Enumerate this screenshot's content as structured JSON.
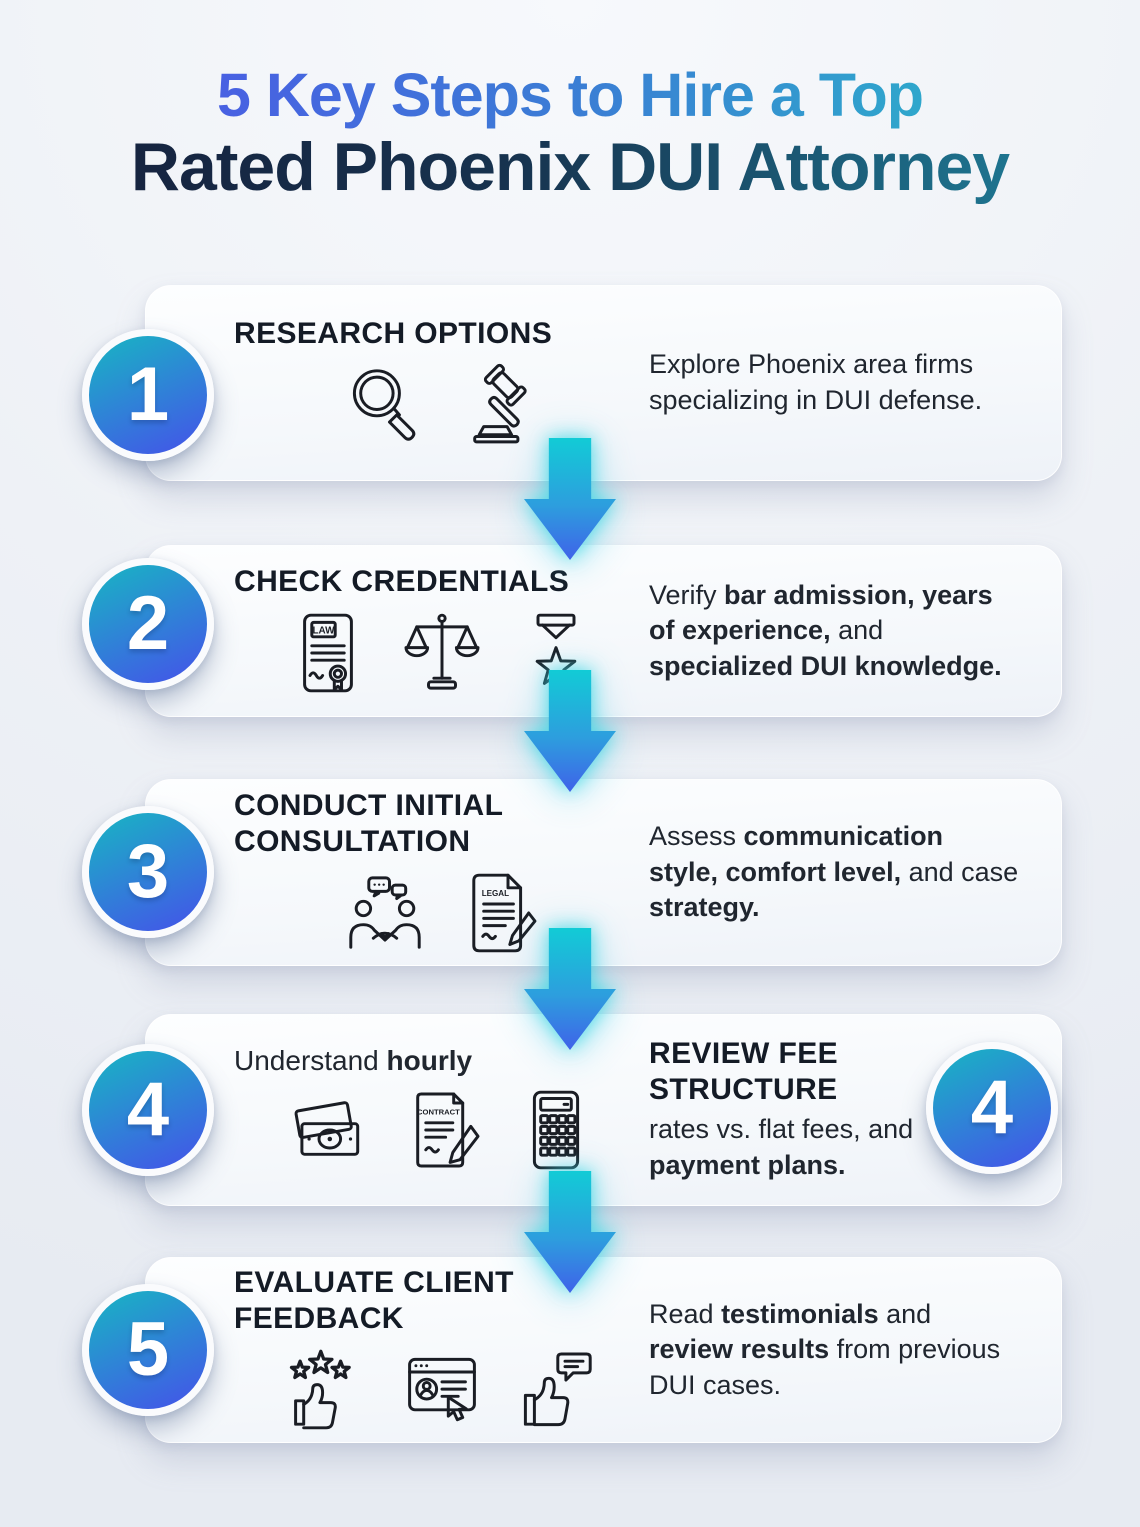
{
  "title": {
    "line1": "5 Key Steps to Hire a Top",
    "line2": "Rated Phoenix DUI Attorney"
  },
  "colors": {
    "title_line1_gradient": [
      "#4c58e6",
      "#2bb3c9"
    ],
    "title_line2_gradient": [
      "#16213d",
      "#1f7f9a"
    ],
    "badge_gradient": [
      "#19b2c4",
      "#4355e8"
    ],
    "arrow_gradient": [
      "#12cbd6",
      "#3f62e9"
    ],
    "card_background": "#f7fafd",
    "page_background": "#edf0f5",
    "heading_text": "#141b26",
    "body_text": "#20262f"
  },
  "steps": [
    {
      "number": "1",
      "heading": "RESEARCH OPTIONS",
      "icons": [
        {
          "name": "magnifier-icon"
        },
        {
          "name": "gavel-icon"
        }
      ],
      "description": [
        {
          "t": "Explore Phoenix area firms specializing in DUI defense.",
          "b": false
        }
      ]
    },
    {
      "number": "2",
      "heading": "CHECK CREDENTIALS",
      "icons": [
        {
          "name": "law-certificate-icon",
          "text": "LAW"
        },
        {
          "name": "scales-icon"
        },
        {
          "name": "star-medal-icon"
        }
      ],
      "description": [
        {
          "t": "Verify ",
          "b": false
        },
        {
          "t": "bar admission, years of experience,",
          "b": true
        },
        {
          "t": " and ",
          "b": false
        },
        {
          "t": "specialized DUI knowledge.",
          "b": true
        }
      ]
    },
    {
      "number": "3",
      "heading": "CONDUCT INITIAL CONSULTATION",
      "icons": [
        {
          "name": "handshake-icon"
        },
        {
          "name": "legal-document-icon",
          "text": "LEGAL"
        }
      ],
      "description": [
        {
          "t": "Assess ",
          "b": false
        },
        {
          "t": "communication style, comfort level,",
          "b": true
        },
        {
          "t": " and case ",
          "b": false
        },
        {
          "t": "strategy.",
          "b": true
        }
      ]
    },
    {
      "number": "4",
      "heading": "REVIEW FEE STRUCTURE",
      "label": [
        {
          "t": "Understand ",
          "b": false
        },
        {
          "t": "hourly",
          "b": true
        }
      ],
      "icons": [
        {
          "name": "money-icon"
        },
        {
          "name": "contract-icon",
          "text": "CONTRACT"
        },
        {
          "name": "calculator-icon"
        }
      ],
      "description": [
        {
          "t": "rates vs. flat fees, and ",
          "b": false
        },
        {
          "t": "payment plans.",
          "b": true
        }
      ]
    },
    {
      "number": "5",
      "heading": "EVALUATE CLIENT FEEDBACK",
      "icons": [
        {
          "name": "stars-thumb-icon"
        },
        {
          "name": "review-window-icon"
        },
        {
          "name": "thumb-chat-icon"
        }
      ],
      "description": [
        {
          "t": "Read ",
          "b": false
        },
        {
          "t": "testimonials",
          "b": true
        },
        {
          "t": " and ",
          "b": false
        },
        {
          "t": "review results",
          "b": true
        },
        {
          "t": " from previous DUI cases.",
          "b": false
        }
      ]
    }
  ]
}
